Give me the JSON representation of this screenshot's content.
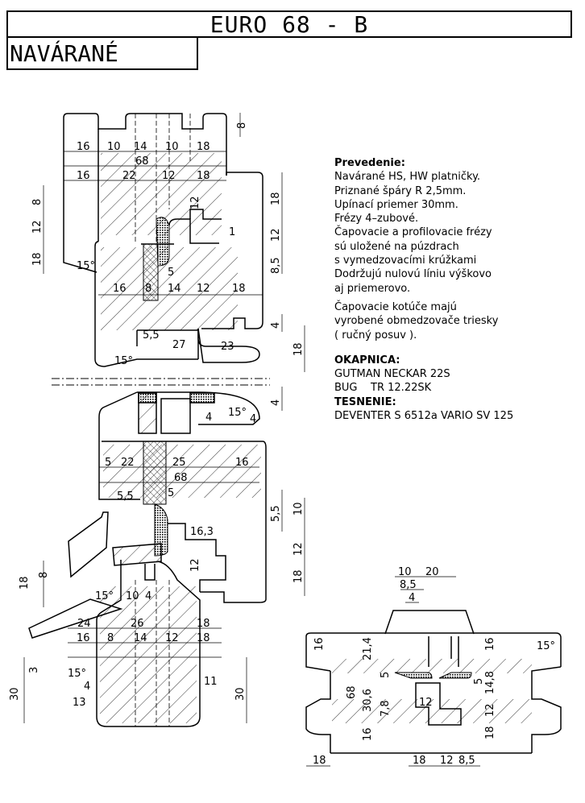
{
  "title": "EURO 68 - B",
  "subtitle": "NAVÁRANÉ",
  "notes": {
    "prevedenie_heading": "Prevedenie:",
    "prevedenie_lines": [
      "Navárané HS, HW platničky.",
      "Priznané špáry R 2,5mm.",
      "Upínací priemer 30mm.",
      "Frézy 4–zubové.",
      "Čapovacie a profilovacie frézy",
      "sú uložené na púzdrach",
      "s vymedzovacími krúžkami",
      "Dodržujú nulovú líniu výškovo",
      "aj priemerovo."
    ],
    "kotuce_lines": [
      "Čapovacie kotúče majú",
      "vyrobené obmedzovače triesky",
      "( ručný posuv )."
    ],
    "okapnica_heading": "OKAPNICA:",
    "okapnica_lines": [
      "GUTMAN NECKAR 22S",
      "BUG    TR 12.22SK"
    ],
    "tesnenie_heading": "TESNENIE:",
    "tesnenie_lines": [
      "DEVENTER S 6512a VARIO SV 125"
    ]
  },
  "dims": {
    "top_row1": [
      "16",
      "10",
      "14",
      "10",
      "18"
    ],
    "top_total": "68",
    "top_row2": [
      "16",
      "22",
      "12",
      "18"
    ],
    "top_left_vert": [
      "8",
      "12",
      "18"
    ],
    "top_right_vert": [
      "8",
      "18",
      "12",
      "8,5"
    ],
    "top_inner": [
      "12",
      "1",
      "5",
      "8",
      "5,5",
      "27",
      "23",
      "4",
      "18"
    ],
    "top_mid_row": [
      "16",
      "8",
      "14",
      "12",
      "18"
    ],
    "angle": "15°",
    "mid_gap": "4",
    "bot_row1": [
      "5",
      "22",
      "25",
      "16"
    ],
    "bot_total": "68",
    "bot_inner": [
      "4",
      "4",
      "5,5",
      "5",
      "16,3",
      "12",
      "10",
      "4"
    ],
    "bot_right_vert": [
      "10",
      "5,5",
      "12",
      "18"
    ],
    "bot_left_vert": [
      "8",
      "18"
    ],
    "bot_row2": [
      "24",
      "26",
      "18"
    ],
    "bot_row3": [
      "16",
      "8",
      "14",
      "12",
      "18"
    ],
    "bot_lower": [
      "30",
      "3",
      "4",
      "13",
      "11",
      "30"
    ],
    "section_top": [
      "10",
      "20",
      "8,5",
      "4"
    ],
    "section_left": [
      "16",
      "68",
      "16"
    ],
    "section_inner": [
      "21,4",
      "5",
      "30,6",
      "7,8",
      "12"
    ],
    "section_right": [
      "16",
      "5",
      "14,8",
      "12",
      "18"
    ],
    "section_bottom": [
      "18",
      "18",
      "12",
      "8,5"
    ]
  }
}
